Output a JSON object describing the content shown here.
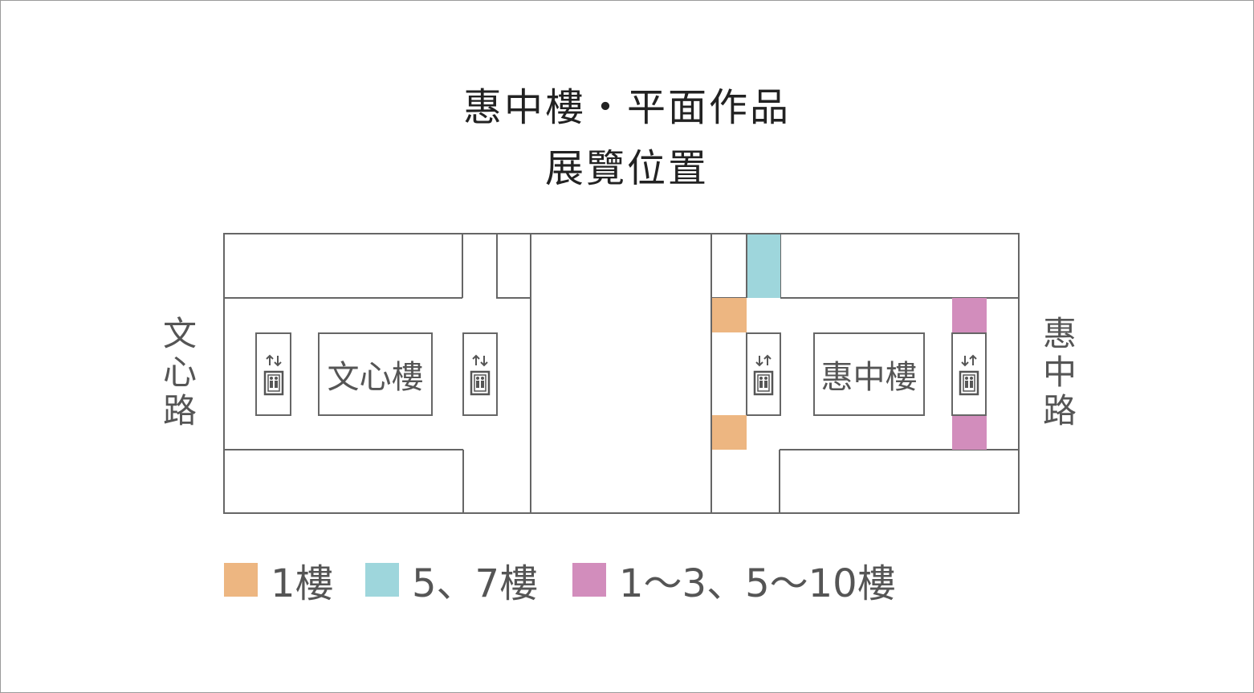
{
  "title": {
    "line1": "惠中樓・平面作品",
    "line2": "展覽位置"
  },
  "roads": {
    "left": {
      "chars": [
        "文",
        "心",
        "路"
      ]
    },
    "right": {
      "chars": [
        "惠",
        "中",
        "路"
      ]
    }
  },
  "buildings": {
    "wenxin": "文心樓",
    "huizhong": "惠中樓"
  },
  "colors": {
    "floor1": "#EDB681",
    "floor57": "#9ED6DC",
    "floor1_3_5_10": "#D28DBC",
    "outline": "#666666"
  },
  "elevators": {
    "wenxin_icon": "elevator-up-down-icon",
    "huizhong_icon": "elevator-down-up-icon"
  },
  "legend": [
    {
      "label": "1樓",
      "color": "#EDB681"
    },
    {
      "label": "5、7樓",
      "color": "#9ED6DC"
    },
    {
      "label": "1～3、5～10樓",
      "color": "#D28DBC"
    }
  ]
}
